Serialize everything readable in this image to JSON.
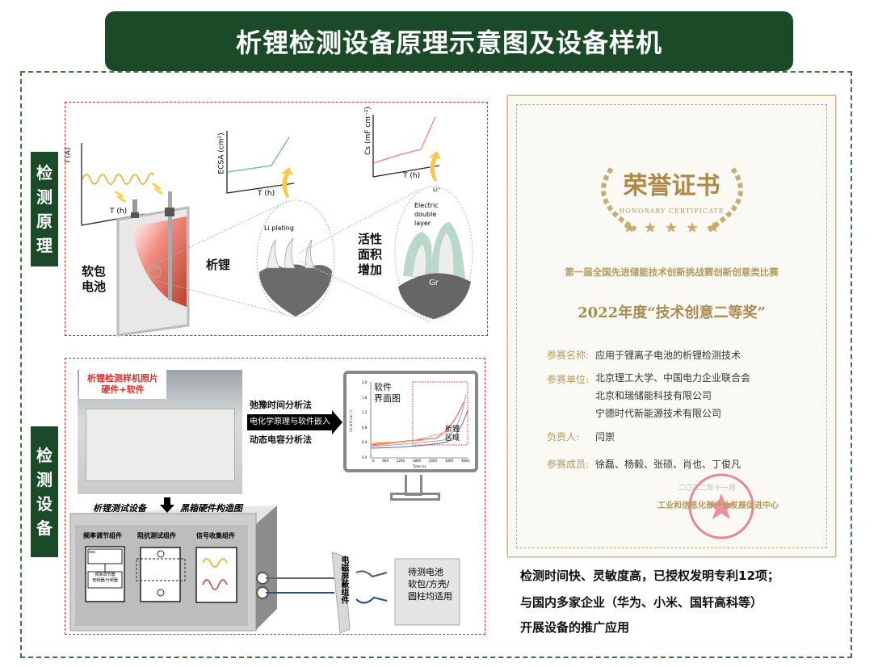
{
  "title": "析锂检测设备原理示意图及设备样机",
  "side_labels": {
    "principle": [
      "检",
      "测",
      "原",
      "理"
    ],
    "equipment": [
      "检",
      "测",
      "设",
      "备"
    ]
  },
  "principle": {
    "axis_current": "I (A)",
    "axis_t": "T (h)",
    "axis_ecsa": "ECSA (cm²)",
    "axis_cs": "Cs (mF cm⁻²)",
    "pouch_cell": [
      "软包",
      "电池"
    ],
    "li_plating_cn": "析锂",
    "li_plating_en": "Li plating",
    "active_area": [
      "活性",
      "面积",
      "增加"
    ],
    "li_ion": "Li⁺",
    "edl": [
      "Electric",
      "double",
      "layer"
    ],
    "graphite": "Gr"
  },
  "equipment": {
    "photo_caption": [
      "析锂检测样机照片",
      "硬件+软件"
    ],
    "method1": "弛豫时间分析法",
    "arrow_label": "电化学原理与软件嵌入",
    "method2": "动态电容分析法",
    "screen_label": [
      "软件",
      "界面图"
    ],
    "screen_region": [
      "析锂",
      "区域"
    ],
    "screen_xlabel": "Time (s)",
    "screen_ylabel": "Cs (mF cm⁻²)",
    "screen_xticks": [
      "0",
      "600",
      "1200",
      "1800",
      "2400",
      "3000",
      "3600"
    ],
    "screen_yticks": [
      "0.0",
      "0.4",
      "0.8",
      "1.2",
      "1.6",
      "2.0"
    ],
    "device_left": "析锂测试设备",
    "device_right": "黑箱硬件构造图",
    "modules": [
      "频率调节组件",
      "阻抗测试组件",
      "信号收集组件"
    ],
    "osc": "osc",
    "freq_box": [
      "频率调节器",
      "倍频器/分频器"
    ],
    "shield": "电磁屏蔽组件",
    "battery": [
      "待测电池",
      "软包/方壳/",
      "圆柱均适用"
    ]
  },
  "certificate": {
    "title": "荣誉证书",
    "subtitle": "HONORARY CERTIFICATE",
    "competition": "第一届全国先进储能技术创新挑战赛创新创意类比赛",
    "award": "2022年度“技术创意二等奖”",
    "rows": [
      {
        "k": "参赛名称:",
        "v": [
          "应用于锂离子电池的析锂检测技术"
        ]
      },
      {
        "k": "参赛单位:",
        "v": [
          "北京理工大学、中国电力企业联合会",
          "北京和瑞储能科技有限公司",
          "宁德时代新能源技术有限公司"
        ]
      },
      {
        "k": "负责人:",
        "v": [
          "闫崇"
        ]
      },
      {
        "k": "参赛成员:",
        "v": [
          "徐磊、杨毅、张硕、肖也、丁俊凡"
        ]
      }
    ],
    "date": "二〇二二年十一月",
    "issuer": "工业和信息化部产业发展促进中心"
  },
  "summary": [
    "检测时间快、灵敏度高，已授权发明专利12项；",
    "与国内多家企业（华为、小米、国轩高科等）",
    "开展设备的推广应用"
  ]
}
